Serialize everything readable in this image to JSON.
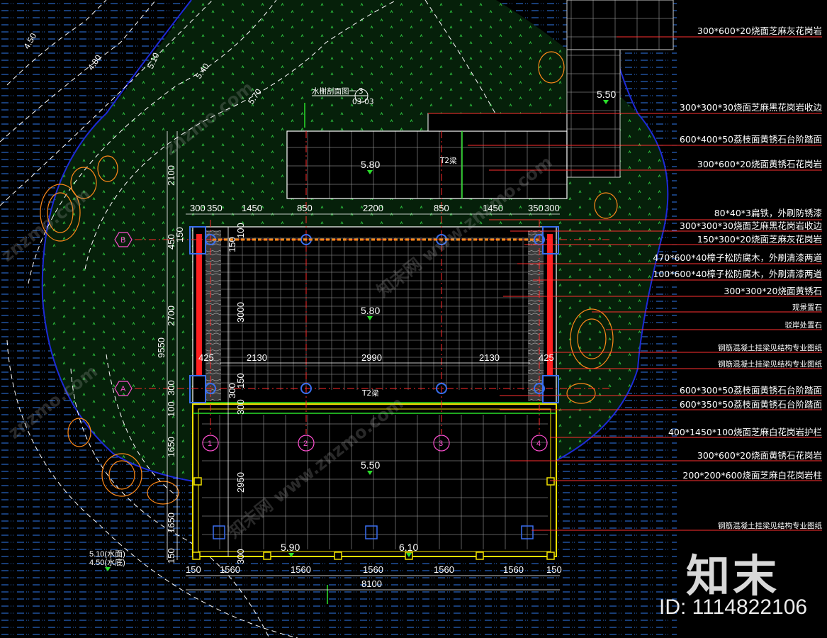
{
  "colors": {
    "background": "#000000",
    "water_hatch": "#2a6fd6",
    "lawn_hatch": "#0c3a0c",
    "contour": "#ffffff",
    "shoreline": "#1d2ad8",
    "axis_line": "#ff2a2a",
    "column": "#3a6ff0",
    "deck_border": "#f0e000",
    "leader": "#ff3030"
  },
  "contours": [
    "4.50",
    "4.80",
    "5.10",
    "5.40",
    "5.70"
  ],
  "section_mark": {
    "title": "水榭剖面图一",
    "number": "3",
    "sheet": "03-03"
  },
  "levels": {
    "upper_left": "5.80",
    "upper_right": "5.50",
    "main": "5.80",
    "lower": "5.50",
    "edge_left": "5.90",
    "edge_right": "6.10",
    "corner_note_1": "5.10(水面)",
    "corner_note_2": "4.50(水底)"
  },
  "beam_labels": {
    "top": "T2梁",
    "bottom": "T2梁"
  },
  "axes": {
    "row_b": "B",
    "row_a": "A",
    "cols": [
      "1",
      "2",
      "3",
      "4"
    ]
  },
  "dims_top": [
    "300",
    "350",
    "1450",
    "850",
    "2200",
    "850",
    "1450",
    "350",
    "300"
  ],
  "dims_inner": [
    "2130",
    "2990",
    "2130"
  ],
  "dims_inner_sides": [
    "425",
    "425"
  ],
  "dims_bottom": [
    "150",
    "1560",
    "1560",
    "1560",
    "1560",
    "1560",
    "150"
  ],
  "dim_total_bottom": "8100",
  "dims_left_outer": [
    "2100",
    "450",
    "150",
    "2700",
    "300",
    "100",
    "1650",
    "1650",
    "150"
  ],
  "dim_left_total": "9550",
  "dims_left_inner": [
    "100",
    "150",
    "3000",
    "150",
    "300",
    "300",
    "2950",
    "300"
  ],
  "annotations": [
    "300*600*20烧面芝麻灰花岗岩",
    "300*300*30烧面芝麻黑花岗岩收边",
    "600*400*50荔枝面黄锈石台阶踏面",
    "300*600*20烧面黄锈石花岗岩",
    "80*40*3扁铁，外刷防锈漆",
    "300*300*30烧面芝麻黑花岗岩收边",
    "150*300*20烧面芝麻灰花岗岩",
    "470*600*40樟子松防腐木，外刷清漆两道",
    "100*600*40樟子松防腐木，外刷清漆两道",
    "300*300*20烧面黄锈石",
    "观景置石",
    "驳岸处置石",
    "钢筋混凝土挂梁见结构专业图纸",
    "钢筋混凝土挂梁见结构专业图纸",
    "600*300*50荔枝面黄锈石台阶踏面",
    "600*350*50荔枝面黄锈石台阶踏面",
    "400*1450*100烧面芝麻白花岗岩护栏",
    "300*600*20烧面黄锈石花岗岩",
    "200*200*600烧面芝麻白花岗岩柱",
    "钢筋混凝土挂梁见结构专业图纸"
  ],
  "watermarks": [
    "知末网 www.znzmo.com",
    "znzmo.com"
  ],
  "brand": {
    "logo": "知末",
    "id": "ID: 1114822106"
  }
}
